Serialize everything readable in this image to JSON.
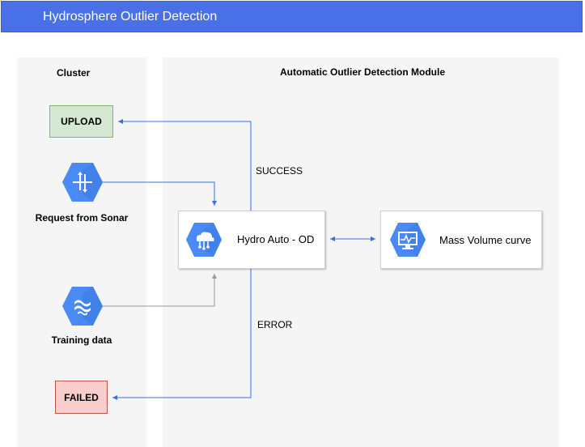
{
  "header": {
    "title": "Hydrosphere Outlier Detection"
  },
  "panels": {
    "cluster": {
      "title": "Cluster"
    },
    "module": {
      "title": "Automatic Outlier Detection Module"
    }
  },
  "nodes": {
    "upload": "UPLOAD",
    "failed": "FAILED",
    "request": "Request from Sonar",
    "training": "Training data",
    "hydro_od": "Hydro Auto - OD",
    "mass_volume": "Mass Volume curve"
  },
  "edges": {
    "success": "SUCCESS",
    "error": "ERROR"
  },
  "icons": {
    "request": "gcp-interconnect-icon",
    "training": "gcp-dataflow-icon",
    "hydro_od": "gcp-cloud-ml-icon",
    "mass_volume": "gcp-monitoring-icon"
  },
  "colors": {
    "header": "#4a70e8",
    "icon_blue": "#4a8af4",
    "edge_blue": "#3b6fe0",
    "edge_gray": "#999999",
    "upload_fill": "#d5e8d4",
    "failed_fill": "#f8cecc"
  }
}
